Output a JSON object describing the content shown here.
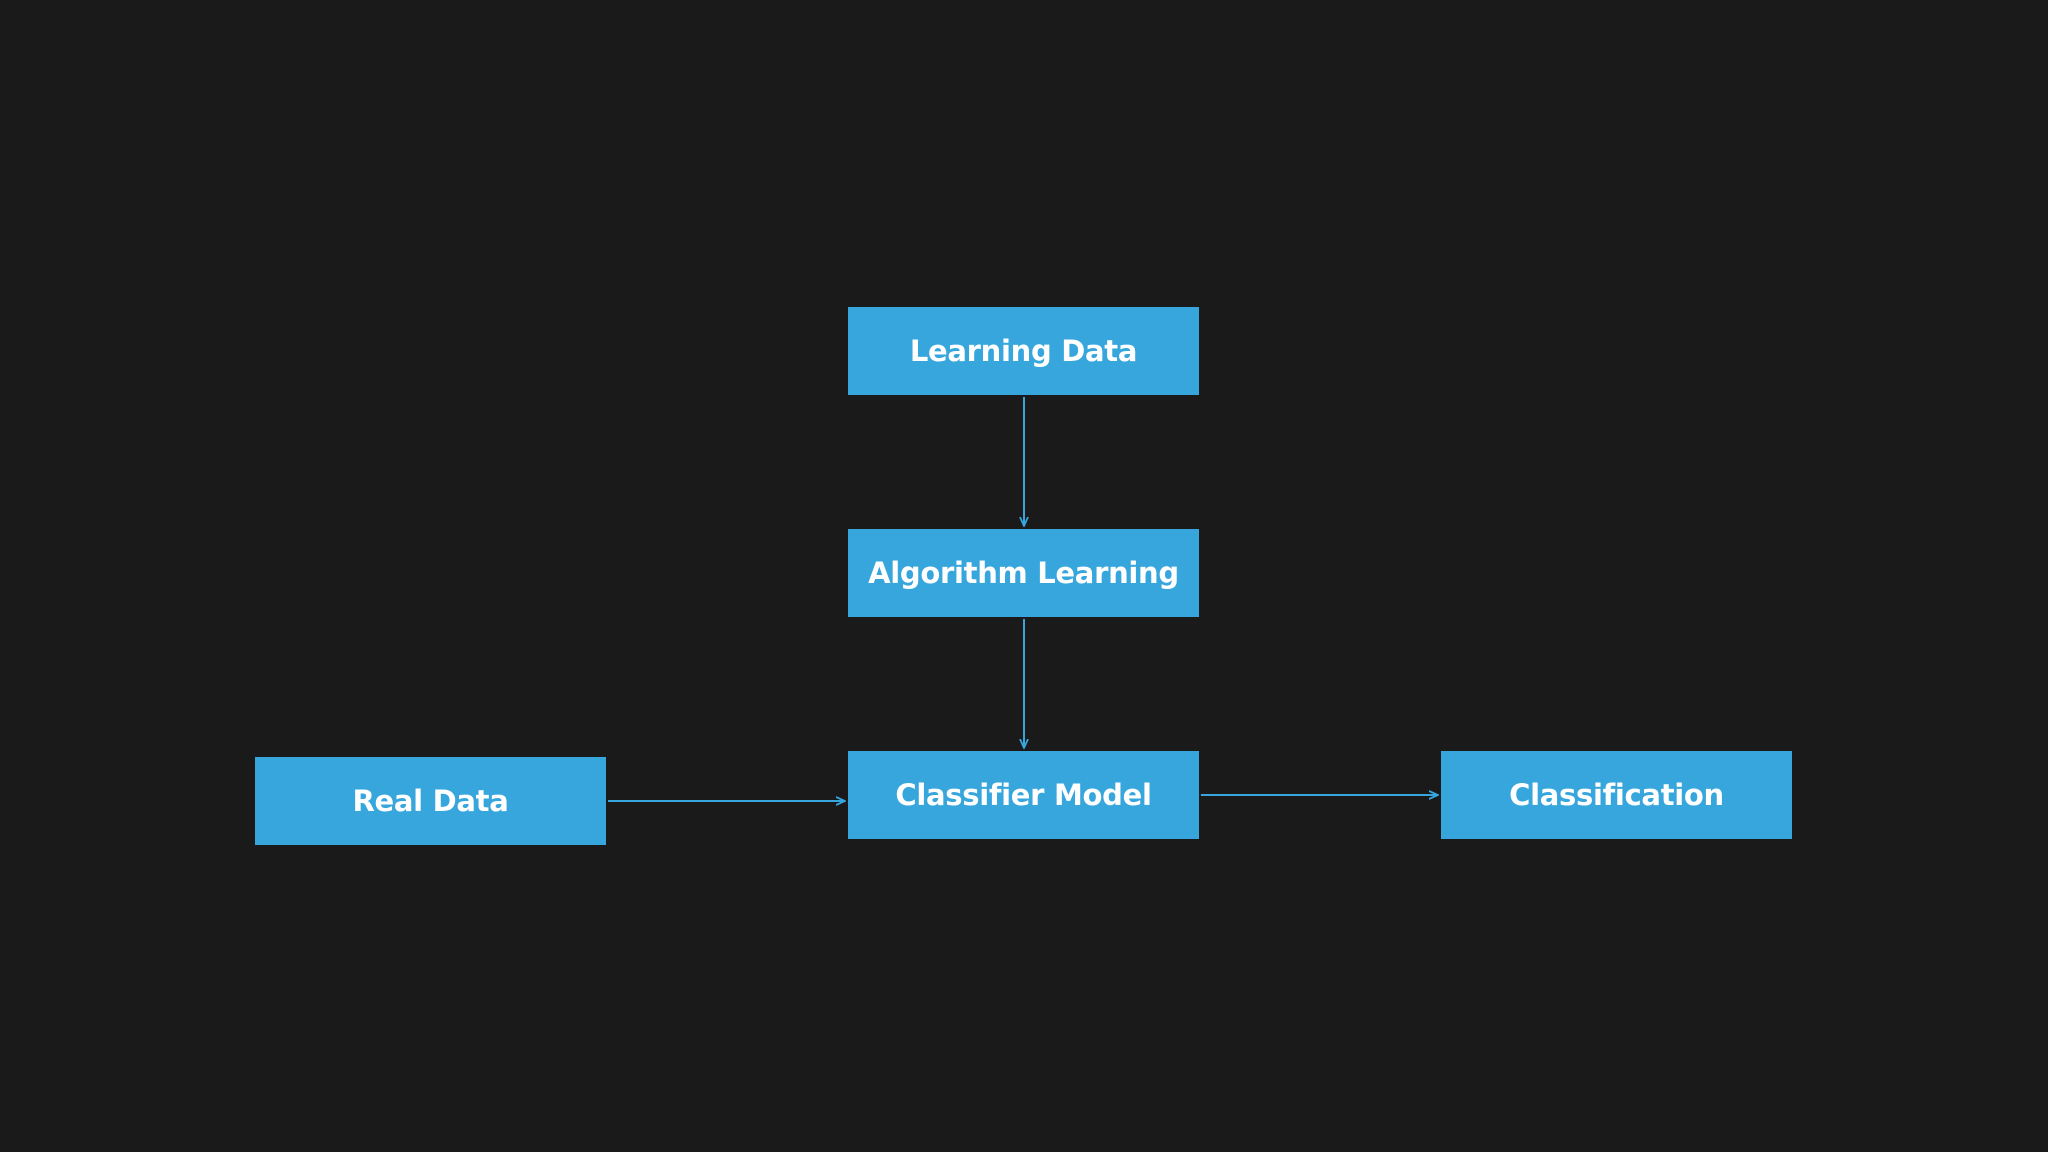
{
  "diagram": {
    "nodes": [
      {
        "id": "learning-data",
        "label": "Learning Data"
      },
      {
        "id": "algorithm-learning",
        "label": "Algorithm Learning"
      },
      {
        "id": "classifier-model",
        "label": "Classifier Model"
      },
      {
        "id": "real-data",
        "label": "Real Data"
      },
      {
        "id": "classification",
        "label": "Classification"
      }
    ],
    "edges": [
      {
        "from": "learning-data",
        "to": "algorithm-learning"
      },
      {
        "from": "algorithm-learning",
        "to": "classifier-model"
      },
      {
        "from": "real-data",
        "to": "classifier-model"
      },
      {
        "from": "classifier-model",
        "to": "classification"
      }
    ]
  },
  "colors": {
    "background": "#1a1a1b",
    "node_fill": "#36a6dd",
    "node_text": "#ffffff",
    "edge": "#36a6dd"
  }
}
